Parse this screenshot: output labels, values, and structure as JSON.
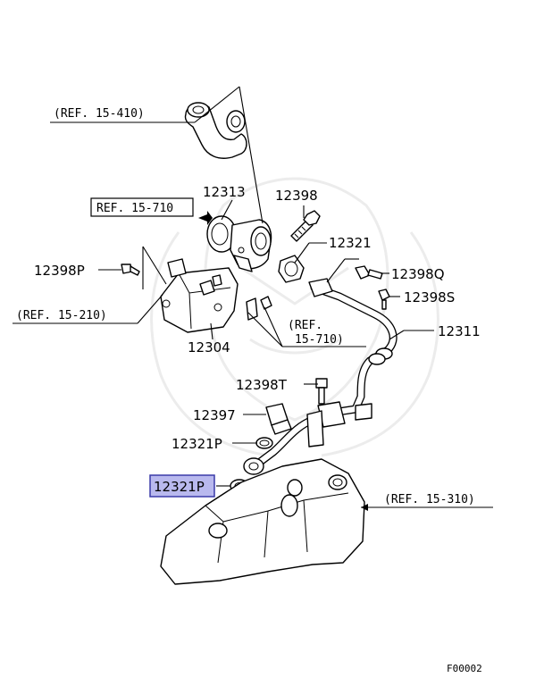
{
  "refs": {
    "r410": "(REF. 15-410)",
    "r710a": "REF. 15-710",
    "r210": "(REF. 15-210)",
    "r710b_line1": "(REF.",
    "r710b_line2": "15-710)",
    "r310": "(REF. 15-310)"
  },
  "parts": {
    "p12313": "12313",
    "p12398": "12398",
    "p12321": "12321",
    "p12398P": "12398P",
    "p12398Q": "12398Q",
    "p12398S": "12398S",
    "p12304": "12304",
    "p12311": "12311",
    "p12398T": "12398T",
    "p12397": "12397",
    "p12321P_a": "12321P",
    "p12321P_b": "12321P"
  },
  "footer": {
    "code": "F00002"
  },
  "colors": {
    "highlight_fill": "#b9b9ee",
    "highlight_stroke": "#3a3aa8",
    "line": "#000000"
  }
}
